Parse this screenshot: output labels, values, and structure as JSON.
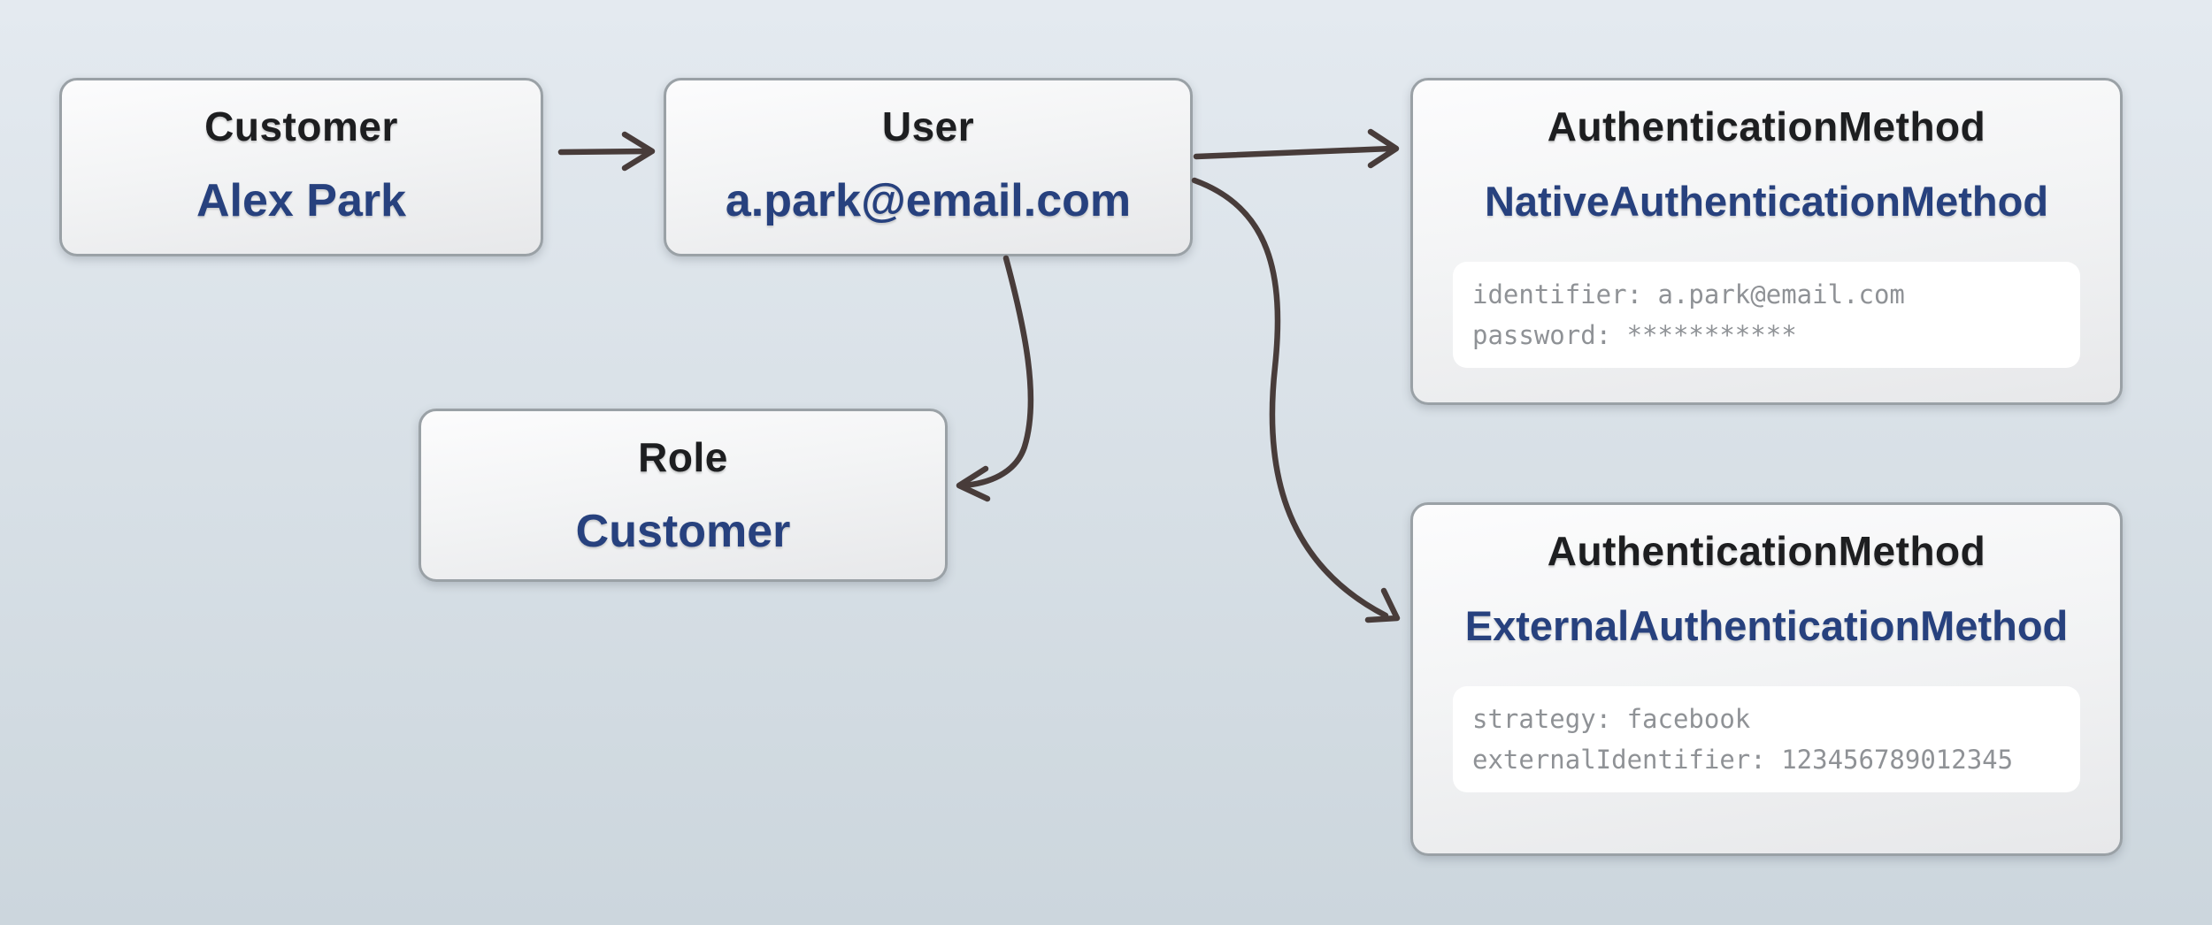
{
  "colors": {
    "bg-top": "#e4eaf0",
    "bg-bottom": "#ccd6dd",
    "node-border": "#9aa1a6",
    "node-fill-top": "#fcfcfd",
    "node-fill-bottom": "#e7e8ea",
    "title-text": "#1d1e20",
    "accent-blue": "#27417e",
    "attr-text": "#8f9296",
    "attr-bg": "#ffffff",
    "arrow": "#483c3a"
  },
  "diagram": {
    "nodes": [
      {
        "id": "customer",
        "title": "Customer",
        "value": "Alex Park"
      },
      {
        "id": "user",
        "title": "User",
        "value": "a.park@email.com"
      },
      {
        "id": "role",
        "title": "Role",
        "value": "Customer"
      },
      {
        "id": "authentication-method-native",
        "title": "AuthenticationMethod",
        "value": "NativeAuthenticationMethod",
        "attributes": [
          "identifier: a.park@email.com",
          "password: ***********"
        ]
      },
      {
        "id": "authentication-method-external",
        "title": "AuthenticationMethod",
        "value": "ExternalAuthenticationMethod",
        "attributes": [
          "strategy: facebook",
          "externalIdentifier: 123456789012345"
        ]
      }
    ],
    "edges": [
      {
        "from": "customer",
        "to": "user"
      },
      {
        "from": "user",
        "to": "authentication-method-native"
      },
      {
        "from": "user",
        "to": "authentication-method-external"
      },
      {
        "from": "user",
        "to": "role"
      }
    ]
  }
}
